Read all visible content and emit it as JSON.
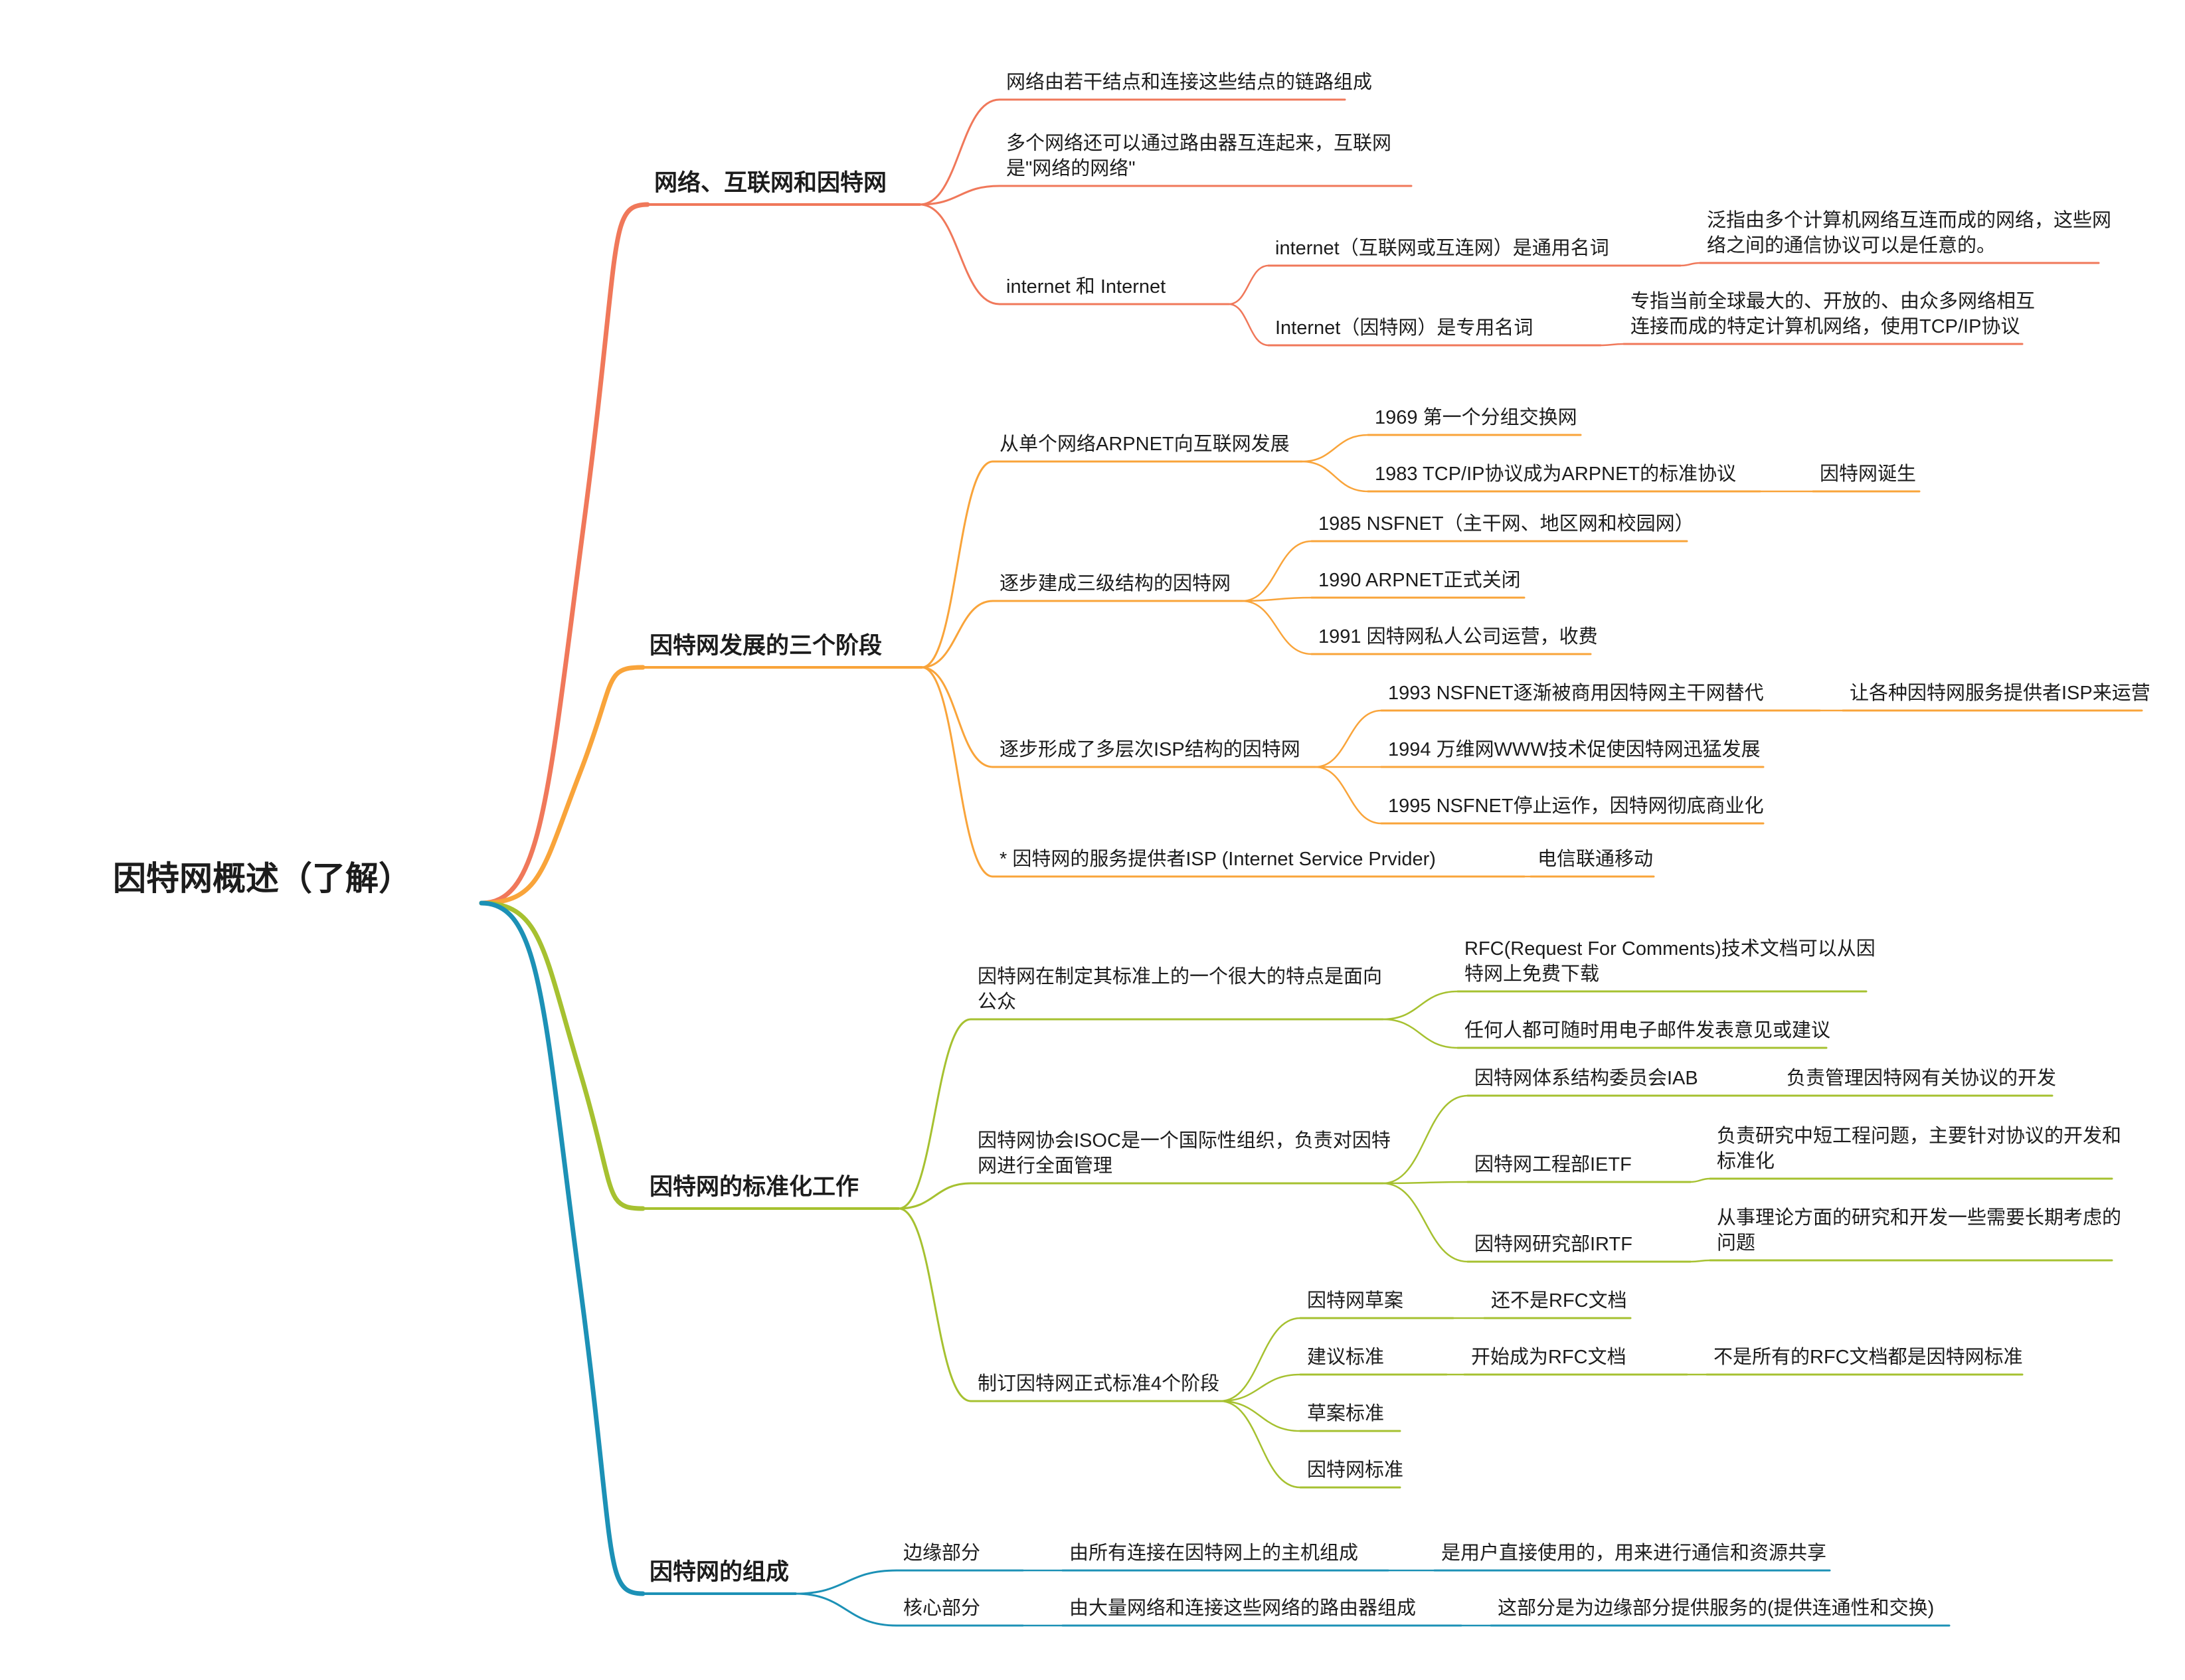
{
  "root": "因特网概述（了解）",
  "colors": {
    "orange": "#F0785A",
    "amber": "#F9A43A",
    "olive": "#A6C130",
    "blue": "#1C91B6"
  },
  "branches": [
    {
      "label": "网络、互联网和因特网",
      "children": [
        {
          "label": "网络由若干结点和连接这些结点的链路组成"
        },
        {
          "label": "多个网络还可以通过路由器互连起来，互联网是\"网络的网络\""
        },
        {
          "label": "internet 和 Internet",
          "children": [
            {
              "label": "internet（互联网或互连网）是通用名词",
              "children": [
                {
                  "label": "泛指由多个计算机网络互连而成的网络，这些网络之间的通信协议可以是任意的。"
                }
              ]
            },
            {
              "label": "Internet（因特网）是专用名词",
              "children": [
                {
                  "label": "专指当前全球最大的、开放的、由众多网络相互连接而成的特定计算机网络，使用TCP/IP协议"
                }
              ]
            }
          ]
        }
      ]
    },
    {
      "label": "因特网发展的三个阶段",
      "children": [
        {
          "label": "从单个网络ARPNET向互联网发展",
          "children": [
            {
              "label": "1969 第一个分组交换网"
            },
            {
              "label": "1983 TCP/IP协议成为ARPNET的标准协议",
              "children": [
                {
                  "label": "因特网诞生"
                }
              ]
            }
          ]
        },
        {
          "label": "逐步建成三级结构的因特网",
          "children": [
            {
              "label": "1985 NSFNET（主干网、地区网和校园网）"
            },
            {
              "label": "1990 ARPNET正式关闭"
            },
            {
              "label": "1991 因特网私人公司运营，收费"
            }
          ]
        },
        {
          "label": "逐步形成了多层次ISP结构的因特网",
          "children": [
            {
              "label": "1993 NSFNET逐渐被商用因特网主干网替代",
              "children": [
                {
                  "label": "让各种因特网服务提供者ISP来运营"
                }
              ]
            },
            {
              "label": "1994 万维网WWW技术促使因特网迅猛发展"
            },
            {
              "label": "1995 NSFNET停止运作，因特网彻底商业化"
            }
          ]
        },
        {
          "label": "* 因特网的服务提供者ISP (Internet Service Prvider)",
          "children": [
            {
              "label": "电信联通移动"
            }
          ]
        }
      ]
    },
    {
      "label": "因特网的标准化工作",
      "children": [
        {
          "label": "因特网在制定其标准上的一个很大的特点是面向公众",
          "children": [
            {
              "label": "RFC(Request For Comments)技术文档可以从因特网上免费下载"
            },
            {
              "label": "任何人都可随时用电子邮件发表意见或建议"
            }
          ]
        },
        {
          "label": "因特网协会ISOC是一个国际性组织，负责对因特网进行全面管理",
          "children": [
            {
              "label": "因特网体系结构委员会IAB",
              "children": [
                {
                  "label": "负责管理因特网有关协议的开发"
                }
              ]
            },
            {
              "label": "因特网工程部IETF",
              "children": [
                {
                  "label": "负责研究中短工程问题，主要针对协议的开发和标准化"
                }
              ]
            },
            {
              "label": "因特网研究部IRTF",
              "children": [
                {
                  "label": "从事理论方面的研究和开发一些需要长期考虑的问题"
                }
              ]
            }
          ]
        },
        {
          "label": "制订因特网正式标准4个阶段",
          "children": [
            {
              "label": "因特网草案",
              "children": [
                {
                  "label": "还不是RFC文档"
                }
              ]
            },
            {
              "label": "建议标准",
              "children": [
                {
                  "label": "开始成为RFC文档",
                  "children": [
                    {
                      "label": "不是所有的RFC文档都是因特网标准"
                    }
                  ]
                }
              ]
            },
            {
              "label": "草案标准"
            },
            {
              "label": "因特网标准"
            }
          ]
        }
      ]
    },
    {
      "label": "因特网的组成",
      "children": [
        {
          "label": "边缘部分",
          "children": [
            {
              "label": "由所有连接在因特网上的主机组成",
              "children": [
                {
                  "label": "是用户直接使用的，用来进行通信和资源共享"
                }
              ]
            }
          ]
        },
        {
          "label": "核心部分",
          "children": [
            {
              "label": "由大量网络和连接这些网络的路由器组成",
              "children": [
                {
                  "label": "这部分是为边缘部分提供服务的(提供连通性和交换)"
                }
              ]
            }
          ]
        }
      ]
    }
  ]
}
